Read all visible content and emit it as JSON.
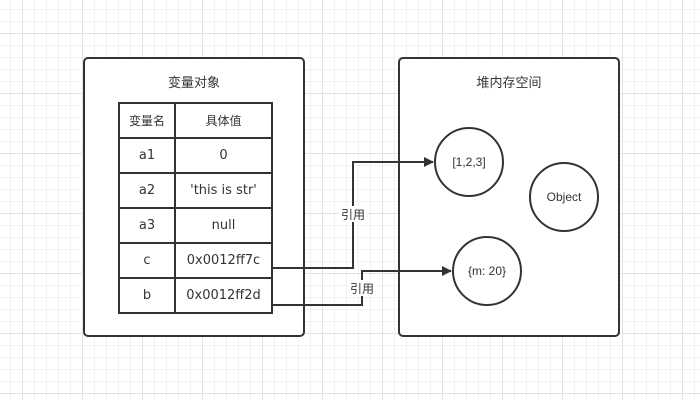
{
  "variable_object": {
    "title": "变量对象",
    "headers": [
      "变量名",
      "具体值"
    ],
    "rows": [
      {
        "name": "a1",
        "value": "0"
      },
      {
        "name": "a2",
        "value": "'this is str'"
      },
      {
        "name": "a3",
        "value": "null"
      },
      {
        "name": "c",
        "value": "0x0012ff7c"
      },
      {
        "name": "b",
        "value": "0x0012ff2d"
      }
    ]
  },
  "heap": {
    "title": "堆内存空间",
    "objects": [
      {
        "label": "[1,2,3]"
      },
      {
        "label": "Object"
      },
      {
        "label": "{m: 20}"
      }
    ]
  },
  "references": [
    {
      "from": "c",
      "to": "[1,2,3]",
      "label": "引用"
    },
    {
      "from": "b",
      "to": "{m: 20}",
      "label": "引用"
    }
  ]
}
